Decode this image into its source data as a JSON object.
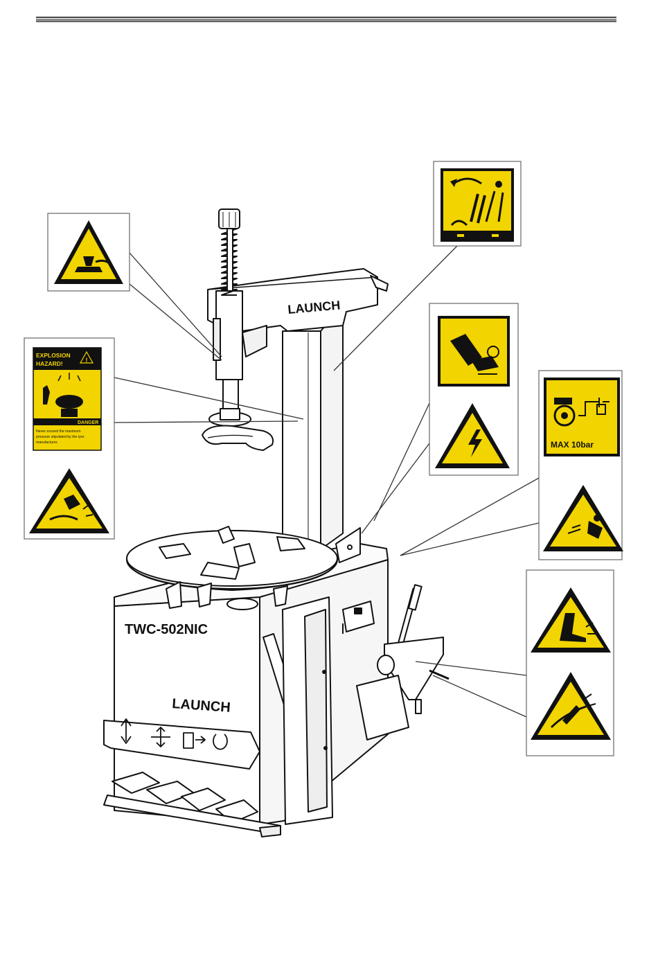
{
  "header": {
    "rule": "top-divider"
  },
  "colors": {
    "warning_yellow": "#f2d400",
    "ink": "#111111",
    "panel_border": "#666666"
  },
  "machine": {
    "model": "TWC-502NIC",
    "brand_arm": "LAUNCH",
    "brand_cabinet": "LAUNCH"
  },
  "labels": {
    "explosion_title_line1": "EXPLOSION",
    "explosion_title_line2": "HAZARD!",
    "explosion_danger": "DANGER",
    "explosion_note_line1": "Never exceed the maximum",
    "explosion_note_line2": "pressure stipulated by the tyre",
    "explosion_note_line3": "manufacturer.",
    "pressure_max": "MAX 10bar"
  },
  "icons": [
    "hand-crush-warning-icon",
    "explosion-hazard-icon",
    "burn-hazard-icon",
    "rotating-arm-icon",
    "foot-crush-icon",
    "electrical-hazard-icon",
    "compressor-pressure-icon",
    "air-blast-hazard-icon",
    "foot-pinch-icon",
    "bead-breaker-hazard-icon"
  ]
}
